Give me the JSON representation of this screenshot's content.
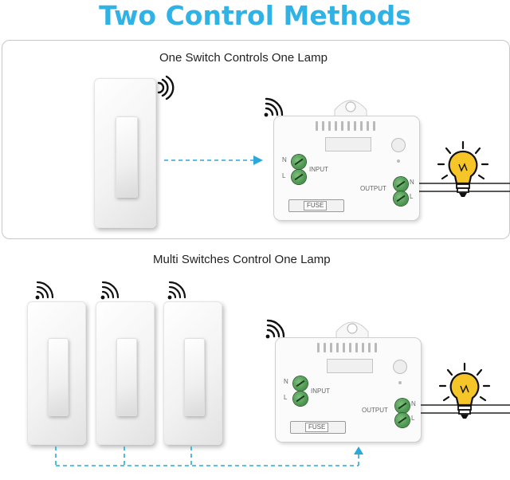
{
  "title": "Two Control Methods",
  "colors": {
    "title": "#2fb2e6",
    "link_line": "#2aa8d8",
    "bulb": "#f6c628",
    "terminal": "#3c8c40"
  },
  "method1": {
    "caption": "One Switch Controls One Lamp",
    "module": {
      "input_label": "INPUT",
      "output_label": "OUTPUT",
      "fuse_label": "FUSE",
      "n": "N",
      "l": "L"
    }
  },
  "method2": {
    "caption": "Multi Switches Control One Lamp",
    "module": {
      "input_label": "INPUT",
      "output_label": "OUTPUT",
      "fuse_label": "FUSE",
      "n": "N",
      "l": "L"
    }
  },
  "icons": [
    "wifi-signal-icon",
    "light-bulb-icon",
    "arrow-icon"
  ]
}
